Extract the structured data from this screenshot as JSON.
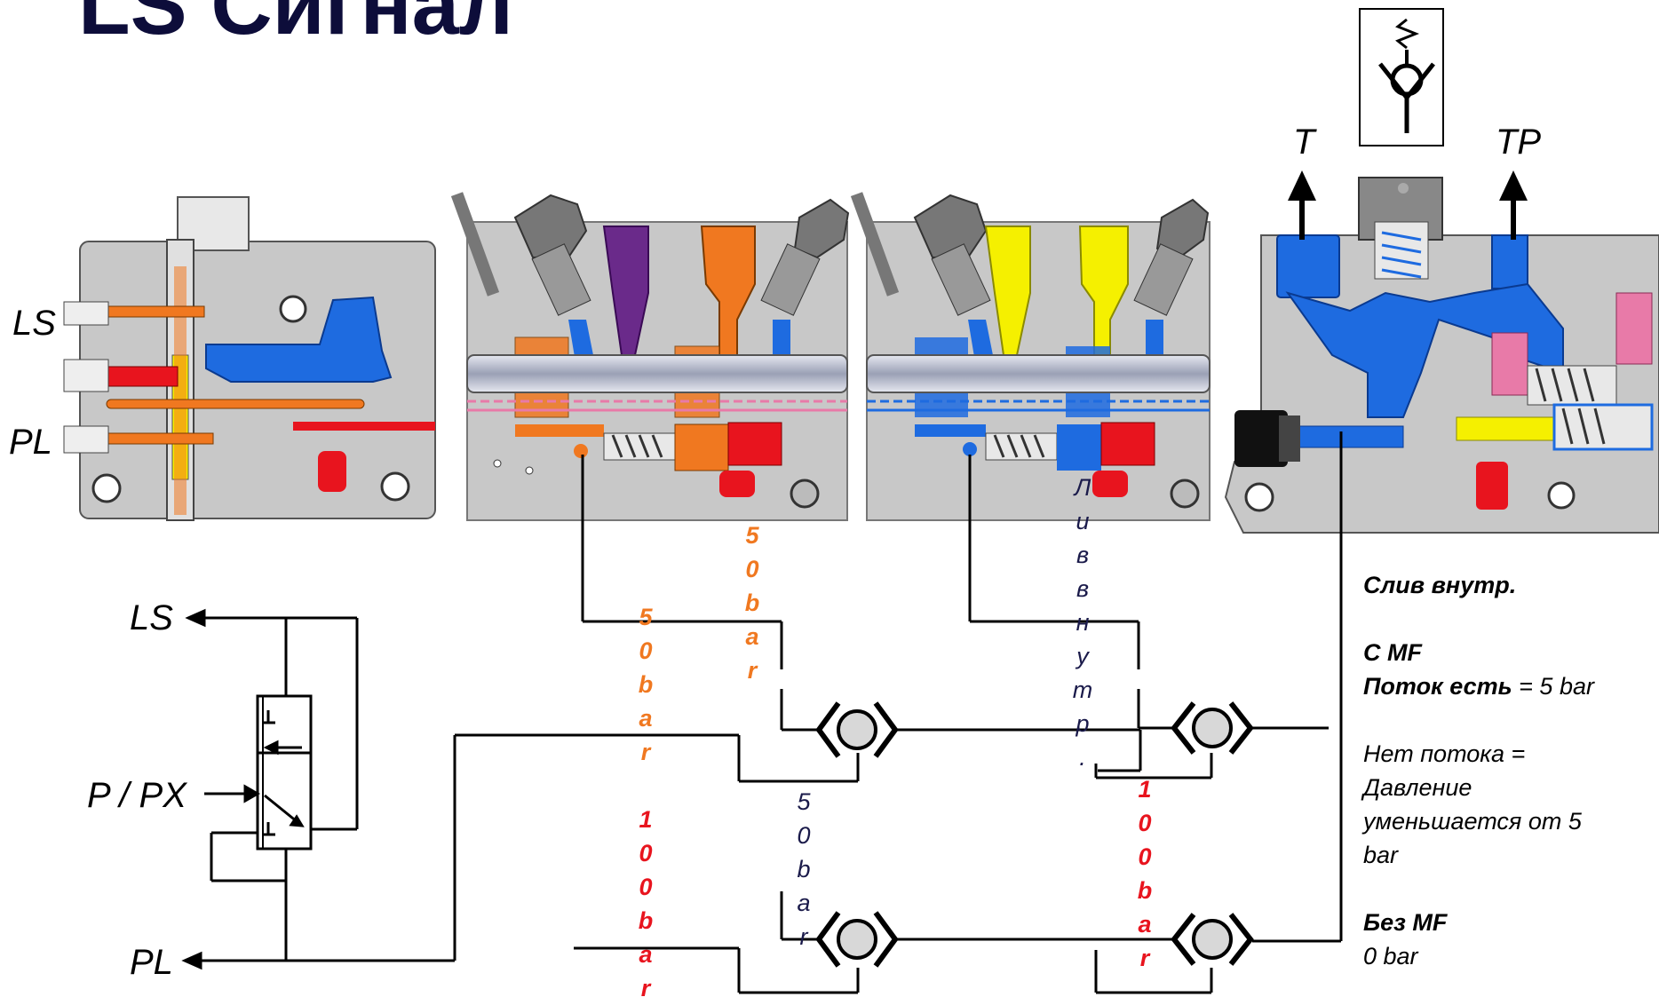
{
  "title": "LS Сигнал",
  "symbol_labels": {
    "ls": "LS",
    "p_px": "P / PX",
    "pl": "PL",
    "section_ls": "LS",
    "section_pl": "PL",
    "port_t": "T",
    "port_tp": "TP"
  },
  "annotations": {
    "orange_upper": "50bar",
    "orange_lower": "50bar",
    "red_left": "100bar",
    "navy_mid": "50bar",
    "navy_drain": "Ливвнутр.",
    "red_right": "100bar"
  },
  "notes": {
    "drain_internal": "Слив внутр.",
    "with_mf": "С MF",
    "flow_yes_label": "Поток есть",
    "flow_yes_value": " = 5 bar",
    "no_flow_line1": "Нет потока =",
    "no_flow_line2": "Давление",
    "no_flow_line3": "уменьшается от 5",
    "no_flow_line4": "bar",
    "without_mf": "Без MF",
    "without_mf_value": "0 bar"
  },
  "colors": {
    "title": "#0d0d3a",
    "body_grey": "#c8c8c8",
    "oil_blue": "#1e6be0",
    "pressure_orange": "#f07820",
    "pressure_red": "#e8141e",
    "purple": "#6a2a8a",
    "yellow": "#f5f000",
    "pink": "#e87aa8",
    "navy_text": "#1a1a4a"
  }
}
